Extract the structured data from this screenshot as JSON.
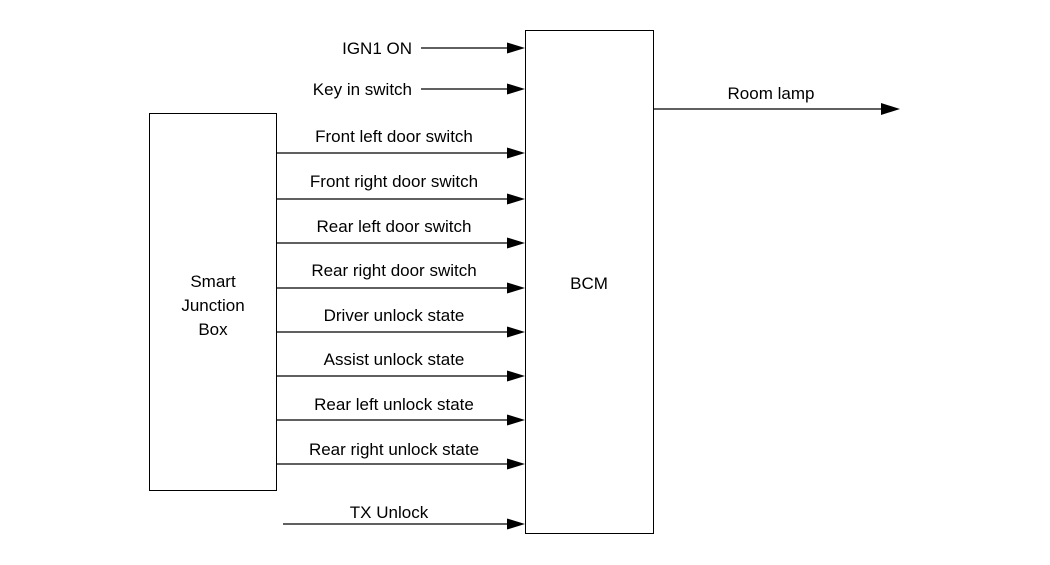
{
  "blocks": {
    "sjb": {
      "lines": [
        "Smart",
        "Junction",
        "Box"
      ]
    },
    "bcm": {
      "label": "BCM"
    }
  },
  "signals": {
    "ign1_on": "IGN1 ON",
    "key_in_switch": "Key in switch",
    "front_left_door_switch": "Front left door switch",
    "front_right_door_switch": "Front right door switch",
    "rear_left_door_switch": "Rear left door switch",
    "rear_right_door_switch": "Rear right door switch",
    "driver_unlock_state": "Driver unlock state",
    "assist_unlock_state": "Assist unlock state",
    "rear_left_unlock_state": "Rear left unlock state",
    "rear_right_unlock_state": "Rear right unlock state",
    "tx_unlock": "TX Unlock"
  },
  "outputs": {
    "room_lamp": "Room lamp"
  }
}
